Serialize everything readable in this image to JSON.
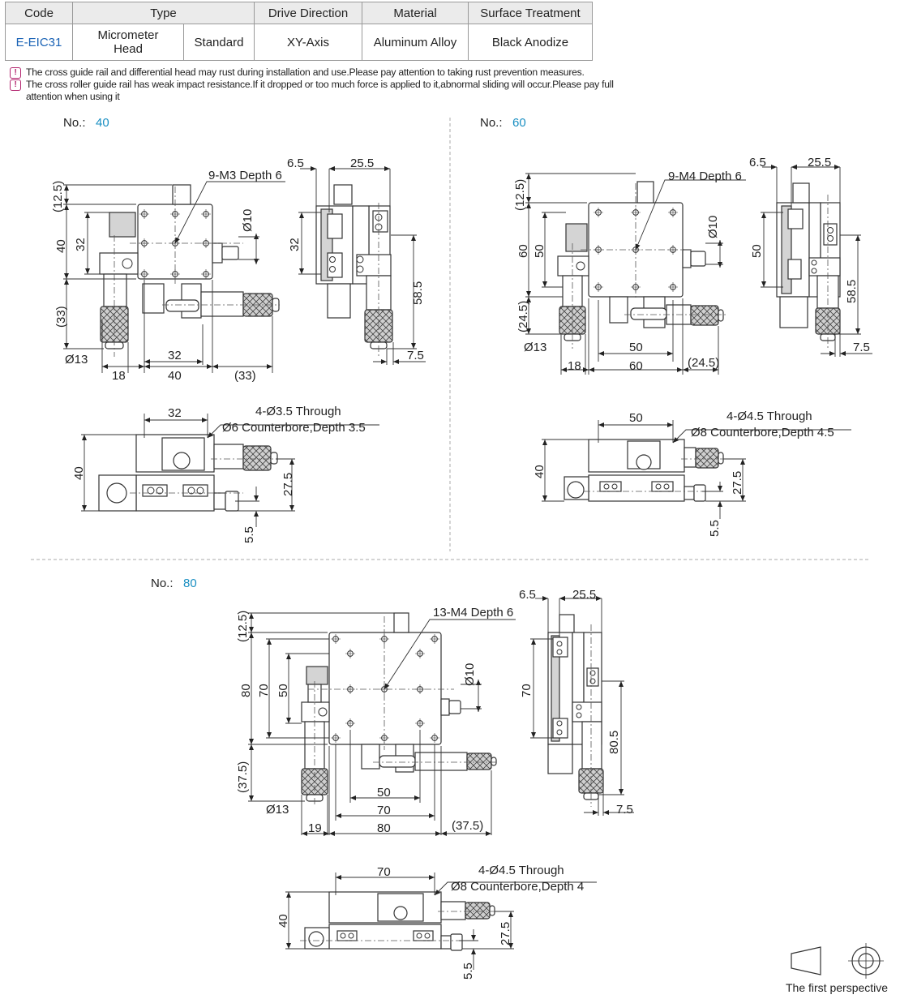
{
  "table": {
    "headers": [
      "Code",
      "Type",
      "Drive Direction",
      "Material",
      "Surface Treatment"
    ],
    "row": {
      "code": "E-EIC31",
      "type_a": "Micrometer Head",
      "type_b": "Standard",
      "drive_direction": "XY-Axis",
      "material": "Aluminum Alloy",
      "surface_treatment": "Black Anodize"
    }
  },
  "notes": [
    "The cross guide rail and differential head may rust during installation and use.Please pay attention to taking rust prevention measures.",
    "The cross roller guide rail has weak impact resistance.If it dropped or too much force is applied to it,abnormal sliding will occur.Please pay full attention when using it"
  ],
  "colors": {
    "code_header": "#b2226d",
    "code_value": "#1a63b5",
    "model_number": "#1a8fc2",
    "warning_icon": "#b2226d"
  },
  "models": [
    {
      "label": "No.:",
      "number": "40",
      "top": {
        "holes": "9-M3 Depth 6",
        "d10": "Ø10",
        "d13": "Ø13",
        "h_top": "(12.5)",
        "h_body": "40",
        "h_inner": "32",
        "h_bot": "(33)",
        "w_inner": "32",
        "w_left": "18",
        "w_body": "40",
        "w_right": "(33)"
      },
      "side": {
        "off": "6.5",
        "width": "25.5",
        "h_inner": "32",
        "h_total": "58.5",
        "base": "7.5"
      },
      "front": {
        "w": "32",
        "thru": "4-Ø3.5 Through",
        "cbore": "Ø6 Counterbore,Depth 3.5",
        "h": "40",
        "h2": "27.5",
        "h3": "5.5"
      }
    },
    {
      "label": "No.:",
      "number": "60",
      "top": {
        "holes": "9-M4 Depth 6",
        "d10": "Ø10",
        "d13": "Ø13",
        "h_top": "(12.5)",
        "h_body": "60",
        "h_inner": "50",
        "h_bot": "(24.5)",
        "w_inner": "50",
        "w_left": "18",
        "w_body": "60",
        "w_right": "(24.5)"
      },
      "side": {
        "off": "6.5",
        "width": "25.5",
        "h_inner": "50",
        "h_total": "58.5",
        "base": "7.5"
      },
      "front": {
        "w": "50",
        "thru": "4-Ø4.5 Through",
        "cbore": "Ø8 Counterbore,Depth 4.5",
        "h": "40",
        "h2": "27.5",
        "h3": "5.5"
      }
    },
    {
      "label": "No.:",
      "number": "80",
      "top": {
        "holes": "13-M4 Depth 6",
        "d10": "Ø10",
        "d13": "Ø13",
        "h_top": "(12.5)",
        "h_body": "80",
        "h_mid": "70",
        "h_inner": "50",
        "h_bot": "(37.5)",
        "w_inner": "50",
        "w_mid": "70",
        "w_left": "19",
        "w_body": "80",
        "w_right": "(37.5)"
      },
      "side": {
        "off": "6.5",
        "width": "25.5",
        "h_inner": "70",
        "h_total": "80.5",
        "base": "7.5"
      },
      "front": {
        "w": "70",
        "thru": "4-Ø4.5 Through",
        "cbore": "Ø8 Counterbore,Depth 4",
        "h": "40",
        "h2": "27.5",
        "h3": "5.5"
      }
    }
  ],
  "projection_label": "The first perspective"
}
